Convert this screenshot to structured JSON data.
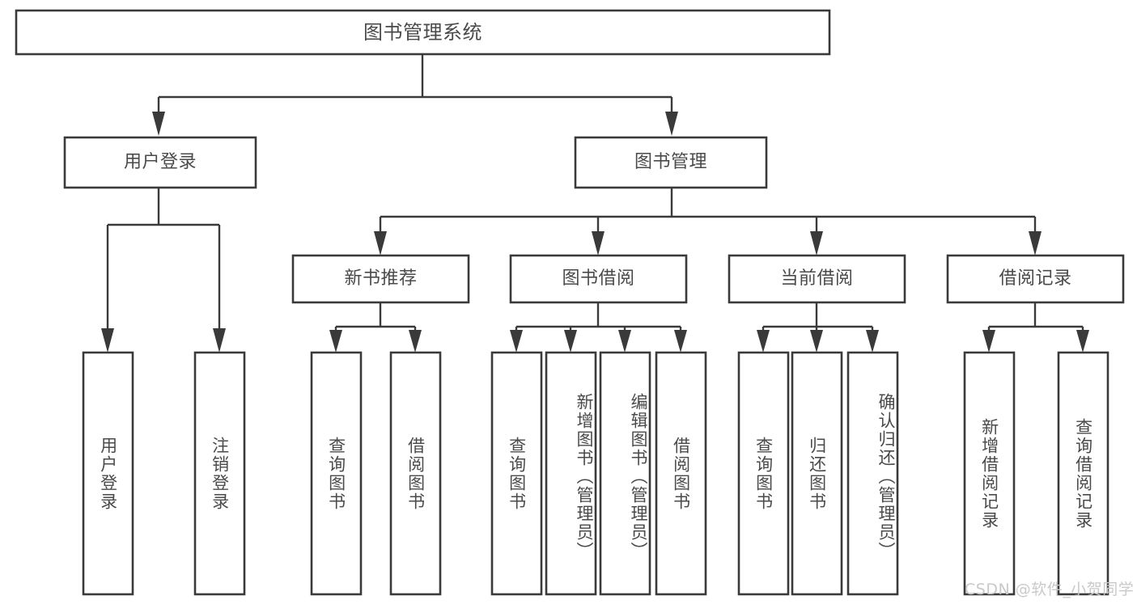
{
  "diagram": {
    "title": "图书管理系统",
    "type": "tree-hierarchy-diagram",
    "root": {
      "id": "root",
      "label": "图书管理系统",
      "orientation": "horizontal"
    },
    "level2": [
      {
        "id": "user-login",
        "label": "用户登录",
        "orientation": "horizontal"
      },
      {
        "id": "book-management",
        "label": "图书管理",
        "orientation": "horizontal"
      }
    ],
    "level3": [
      {
        "id": "new-book-recommend",
        "label": "新书推荐",
        "orientation": "horizontal",
        "parent": "book-management"
      },
      {
        "id": "book-borrow",
        "label": "图书借阅",
        "orientation": "horizontal",
        "parent": "book-management"
      },
      {
        "id": "current-borrow",
        "label": "当前借阅",
        "orientation": "horizontal",
        "parent": "book-management"
      },
      {
        "id": "borrow-record",
        "label": "借阅记录",
        "orientation": "horizontal",
        "parent": "book-management"
      }
    ],
    "leaves": [
      {
        "id": "leaf-user-login",
        "label": "用户登录",
        "orientation": "vertical",
        "parent": "user-login"
      },
      {
        "id": "leaf-logout-login",
        "label": "注销登录",
        "orientation": "vertical",
        "parent": "user-login"
      },
      {
        "id": "leaf-query-book-1",
        "label": "查询图书",
        "orientation": "vertical",
        "parent": "new-book-recommend"
      },
      {
        "id": "leaf-borrow-book-1",
        "label": "借阅图书",
        "orientation": "vertical",
        "parent": "new-book-recommend"
      },
      {
        "id": "leaf-query-book-2",
        "label": "查询图书",
        "orientation": "vertical",
        "parent": "book-borrow"
      },
      {
        "id": "leaf-add-book",
        "label": "新增图书（管理员）",
        "orientation": "vertical",
        "parent": "book-borrow"
      },
      {
        "id": "leaf-edit-book",
        "label": "编辑图书（管理员）",
        "orientation": "vertical",
        "parent": "book-borrow"
      },
      {
        "id": "leaf-borrow-book-2",
        "label": "借阅图书",
        "orientation": "vertical",
        "parent": "book-borrow"
      },
      {
        "id": "leaf-query-book-3",
        "label": "查询图书",
        "orientation": "vertical",
        "parent": "current-borrow"
      },
      {
        "id": "leaf-return-book",
        "label": "归还图书",
        "orientation": "vertical",
        "parent": "current-borrow"
      },
      {
        "id": "leaf-confirm-return",
        "label": "确认归还（管理员）",
        "orientation": "vertical",
        "parent": "current-borrow"
      },
      {
        "id": "leaf-add-record",
        "label": "新增借阅记录",
        "orientation": "vertical",
        "parent": "borrow-record"
      },
      {
        "id": "leaf-query-record",
        "label": "查询借阅记录",
        "orientation": "vertical",
        "parent": "borrow-record"
      }
    ],
    "colors": {
      "box_stroke": "#3a3a3a",
      "box_fill": "#ffffff",
      "text": "#4a4a4a",
      "background": "#ffffff",
      "watermark": "#c9c9c9"
    }
  },
  "watermark": {
    "text": "CSDN @软件_小贺同学"
  }
}
